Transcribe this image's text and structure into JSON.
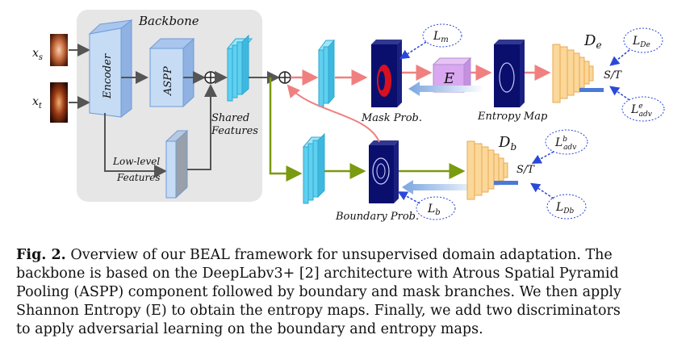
{
  "figure": {
    "backbone_title": "Backbone",
    "encoder_label": "Encoder",
    "aspp_label": "ASPP",
    "lowlevel_label_1": "Low-level",
    "lowlevel_label_2": "Features",
    "shared_label_1": "Shared",
    "shared_label_2": "Features",
    "input_source": "x",
    "input_source_sub": "s",
    "input_target": "x",
    "input_target_sub": "t",
    "mask_prob_label": "Mask Prob.",
    "entropy_map_label": "Entropy Map",
    "boundary_prob_label": "Boundary Prob.",
    "entropy_op": "E",
    "disc_e_label": "D",
    "disc_e_sub": "e",
    "disc_b_label": "D",
    "disc_b_sub": "b",
    "st_top": "S/T",
    "st_bottom": "S/T",
    "loss_m": "L",
    "loss_m_sub": "m",
    "loss_b": "L",
    "loss_b_sub": "b",
    "loss_de": "L",
    "loss_de_sub": "De",
    "loss_adv_e": "L",
    "loss_adv_e_sup": "e",
    "loss_adv_e_sub": "adv",
    "loss_adv_b": "L",
    "loss_adv_b_sup": "b",
    "loss_adv_b_sub": "adv",
    "loss_db": "L",
    "loss_db_sub": "Db",
    "colors": {
      "backbone_bg": "#e6e6e6",
      "block_blue": "#c6dcf5",
      "block_edge": "#6f9bd8",
      "feature_cyan": "#5fd0f0",
      "prob_map": "#0a0f6e",
      "entropy_box": "#d9a8f0",
      "disc_orange": "#fbd79a",
      "arrow_red": "#f08080",
      "arrow_green": "#7a9a10",
      "arrow_blue": "#9bbde8",
      "loss_blue": "#2a48d8"
    }
  },
  "caption": {
    "label": "Fig. 2.",
    "line1": "Overview of our BEAL framework for unsupervised domain adaptation. The",
    "line2": "backbone is based on the DeepLabv3+ [2] architecture with Atrous Spatial Pyramid",
    "line3": "Pooling (ASPP) component followed by boundary and mask branches. We then apply",
    "line4": "Shannon Entropy (E) to obtain the entropy maps. Finally, we add two discriminators",
    "line5": "to apply adversarial learning on the boundary and entropy maps."
  }
}
